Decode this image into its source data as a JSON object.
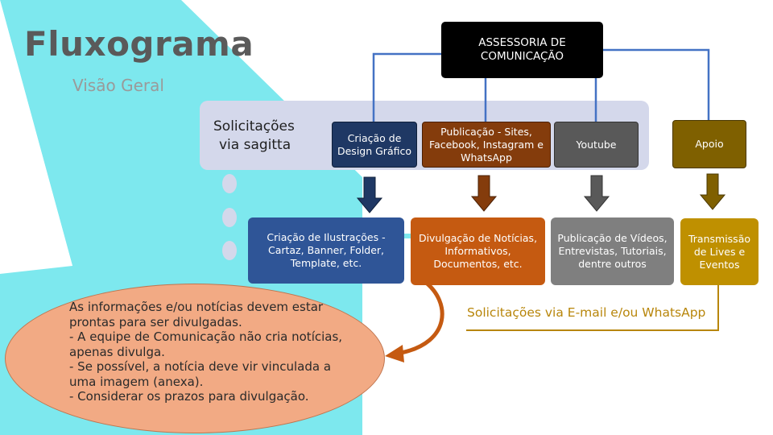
{
  "header": {
    "title": "Fluxograma",
    "subtitle": "Visão Geral"
  },
  "top_box": {
    "line1": "ASSESSORIA DE",
    "line2": "COMUNICAÇÃO"
  },
  "band": {
    "line1": "Solicitações",
    "line2": "via sagitta"
  },
  "categories": [
    {
      "label": "Criação de Design Gráfico",
      "color": "#1f3864"
    },
    {
      "label": "Publicação - Sites, Facebook, Instagram e WhatsApp",
      "color": "#843c0c"
    },
    {
      "label": "Youtube",
      "color": "#595959"
    },
    {
      "label": "Apoio",
      "color": "#7f6000"
    }
  ],
  "outputs": [
    {
      "label": "Criação de Ilustrações - Cartaz, Banner, Folder, Template, etc.",
      "color": "#2f5597"
    },
    {
      "label": "Divulgação de Notícias, Informativos, Documentos, etc.",
      "color": "#c55a11"
    },
    {
      "label": "Publicação de Vídeos, Entrevistas, Tutoriais, dentre outros",
      "color": "#7f7f7f"
    },
    {
      "label": "Transmissão de Lives e Eventos",
      "color": "#bf9000"
    }
  ],
  "notes": [
    "As informações e/ou notícias devem estar",
    "prontas para ser divulgadas.",
    "- A equipe de Comunicação não cria notícias,",
    "apenas divulga.",
    "- Se possível, a notícia deve vir vinculada a",
    "uma imagem (anexa).",
    "- Considerar os prazos para divulgação."
  ],
  "email_note": "Solicitações via E-mail e/ou WhatsApp",
  "colors": {
    "cyan_bg": "#7de8ee",
    "connector": "#4472c4",
    "ellipse": "#f2aa84",
    "gold_line": "#b8860b"
  }
}
